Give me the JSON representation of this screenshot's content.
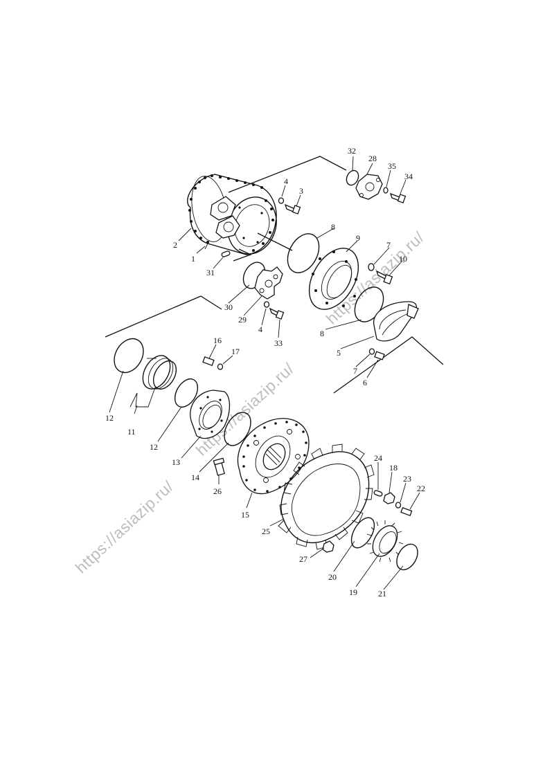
{
  "watermark": {
    "text": "https://asiazip.ru/",
    "color": "#bdbdbd"
  },
  "labels": {
    "p1": "1",
    "p2": "2",
    "p3": "3",
    "p4a": "4",
    "p4b": "4",
    "p5": "5",
    "p6": "6",
    "p7a": "7",
    "p7b": "7",
    "p8a": "8",
    "p8b": "8",
    "p9": "9",
    "p10": "10",
    "p11": "11",
    "p12a": "12",
    "p12b": "12",
    "p13": "13",
    "p14": "14",
    "p15": "15",
    "p16": "16",
    "p17": "17",
    "p18": "18",
    "p19": "19",
    "p20": "20",
    "p21": "21",
    "p22": "22",
    "p23": "23",
    "p24": "24",
    "p25": "25",
    "p26": "26",
    "p27": "27",
    "p28": "28",
    "p29": "29",
    "p30": "30",
    "p31": "31",
    "p32": "32",
    "p33": "33",
    "p34": "34",
    "p35": "35"
  }
}
